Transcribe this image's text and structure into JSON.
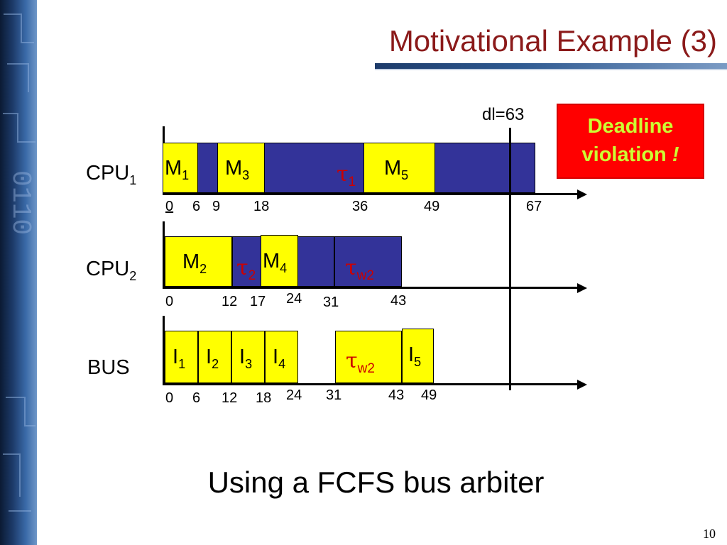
{
  "slide": {
    "title": "Motivational Example (3)",
    "caption": "Using a FCFS bus arbiter",
    "page_number": "10"
  },
  "deadline": {
    "label": "dl=63",
    "value": 63
  },
  "violation": {
    "line1": "Deadline",
    "line2": "violation",
    "bang": "!"
  },
  "colors": {
    "task_bg": "#333399",
    "message_bg": "#ffff00",
    "tau_text": "#cc0000",
    "title": "#8b1a1a",
    "violation_bg": "#ff0000",
    "violation_text": "#ccff33"
  },
  "rows": {
    "cpu1": {
      "label": "CPU",
      "sub": "1",
      "blocks": [
        {
          "name": "M",
          "sub": "1"
        },
        {
          "name": "M",
          "sub": "3"
        },
        {
          "name": "τ",
          "sub": "1"
        },
        {
          "name": "M",
          "sub": "5"
        }
      ],
      "ticks": [
        "0",
        "6",
        "9",
        "18",
        "36",
        "49",
        "67"
      ]
    },
    "cpu2": {
      "label": "CPU",
      "sub": "2",
      "blocks": [
        {
          "name": "M",
          "sub": "2"
        },
        {
          "name": "τ",
          "sub": "2"
        },
        {
          "name": "M",
          "sub": "4"
        },
        {
          "name": "τ",
          "sub": "w2"
        }
      ],
      "ticks": [
        "0",
        "12",
        "17",
        "24",
        "31",
        "43"
      ]
    },
    "bus": {
      "label": "BUS",
      "blocks": [
        {
          "name": "I",
          "sub": "1"
        },
        {
          "name": "I",
          "sub": "2"
        },
        {
          "name": "I",
          "sub": "3"
        },
        {
          "name": "I",
          "sub": "4"
        },
        {
          "name": "τ",
          "sub": "w2"
        },
        {
          "name": "I",
          "sub": "5"
        }
      ],
      "ticks": [
        "0",
        "6",
        "12",
        "18",
        "24",
        "31",
        "43",
        "49"
      ]
    }
  }
}
